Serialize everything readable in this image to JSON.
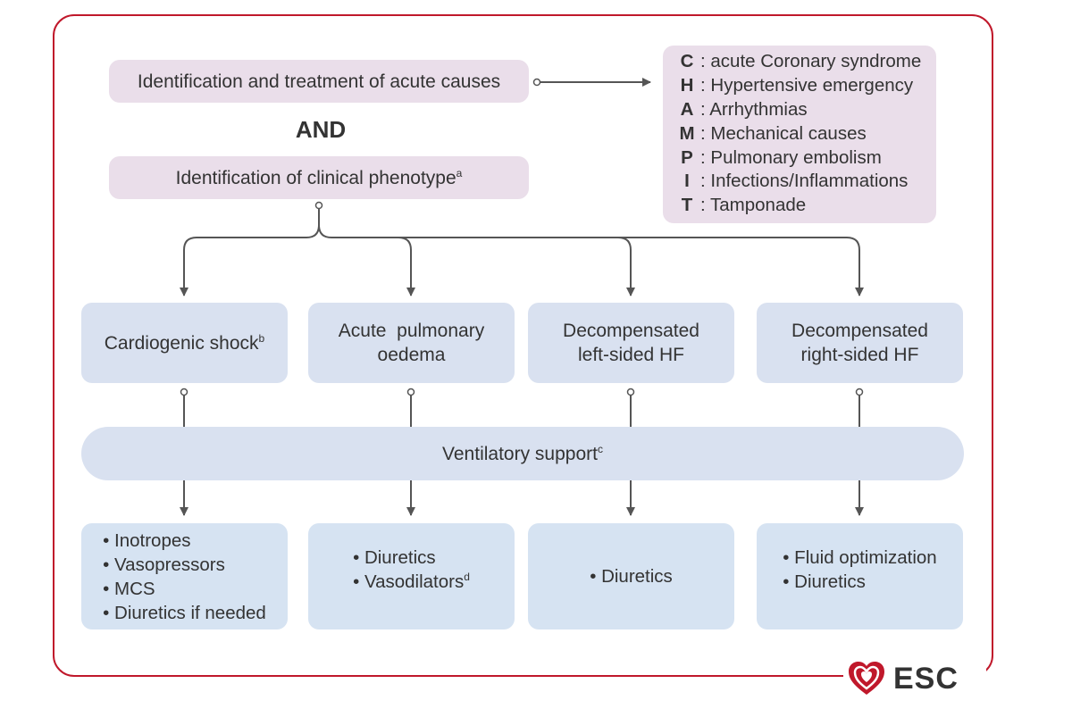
{
  "top": {
    "acute_causes": "Identification and treatment of acute causes",
    "and_label": "AND",
    "phenotype": "Identification of clinical phenotype",
    "phenotype_sup": "a"
  },
  "chimpit": [
    {
      "letter": "C",
      "text": ": acute Coronary syndrome"
    },
    {
      "letter": "H",
      "text": ": Hypertensive emergency"
    },
    {
      "letter": "A",
      "text": ": Arrhythmias"
    },
    {
      "letter": "M",
      "text": ": Mechanical causes"
    },
    {
      "letter": "P",
      "text": ": Pulmonary embolism"
    },
    {
      "letter": "I",
      "text": ": Infections/Inflammations"
    },
    {
      "letter": "T",
      "text": ": Tamponade"
    }
  ],
  "phenotypes": [
    {
      "line1": "Cardiogenic shock",
      "sup": "b"
    },
    {
      "line1": "Acute  pulmonary",
      "line2": "oedema"
    },
    {
      "line1": "Decompensated",
      "line2": "left-sided HF"
    },
    {
      "line1": "Decompensated",
      "line2": "right-sided HF"
    }
  ],
  "ventilatory": {
    "label": "Ventilatory support",
    "sup": "c"
  },
  "treatments": [
    {
      "items": [
        "Inotropes",
        "Vasopressors",
        "MCS",
        "Diuretics if needed"
      ]
    },
    {
      "items": [
        "Diuretics",
        "Vasodilators"
      ],
      "last_sup": "d"
    },
    {
      "items": [
        "Diuretics"
      ]
    },
    {
      "items": [
        "Fluid optimization",
        "Diuretics"
      ]
    }
  ],
  "logo": {
    "text": "ESC"
  },
  "colors": {
    "frame": "#c0182b",
    "pink_box": "#eadeea",
    "blue_box": "#d9e1f0",
    "connector": "#555555"
  }
}
